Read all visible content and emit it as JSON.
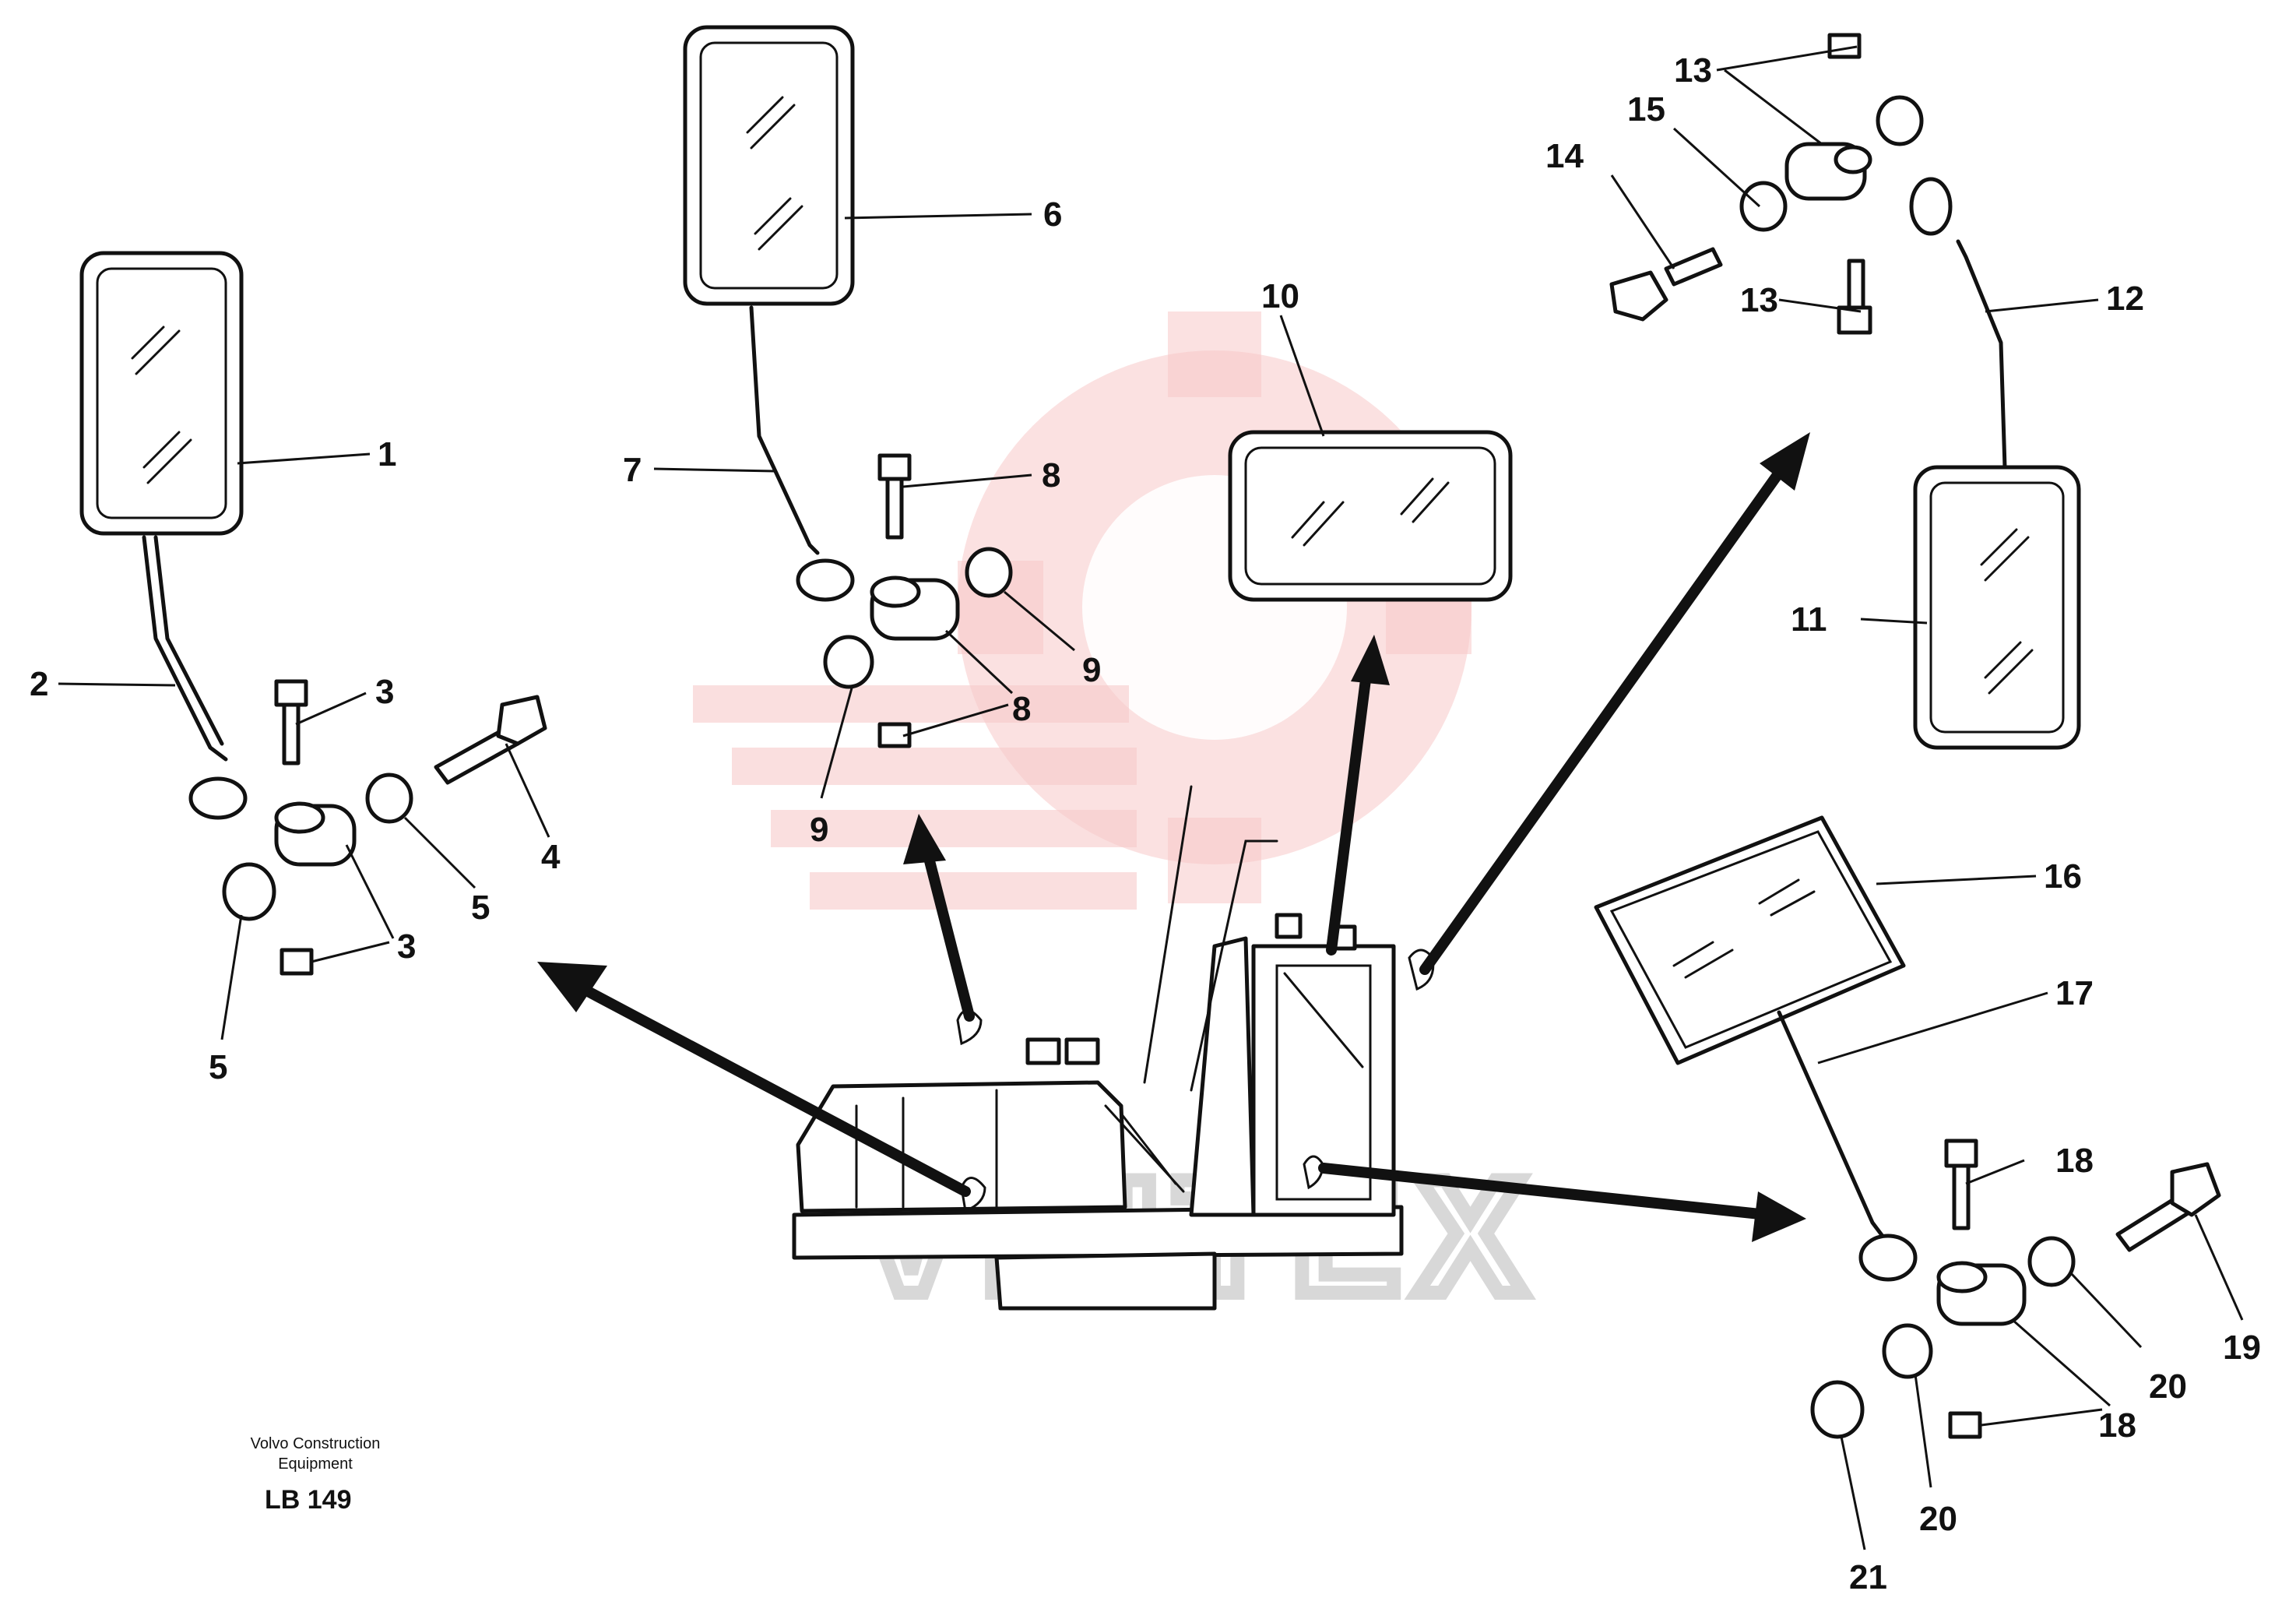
{
  "callouts": {
    "c1": "1",
    "c2": "2",
    "c3a": "3",
    "c3b": "3",
    "c4": "4",
    "c5a": "5",
    "c5b": "5",
    "c6": "6",
    "c7": "7",
    "c8a": "8",
    "c8b": "8",
    "c9a": "9",
    "c9b": "9",
    "c10": "10",
    "c11": "11",
    "c12": "12",
    "c13a": "13",
    "c13b": "13",
    "c14": "14",
    "c15": "15",
    "c16": "16",
    "c17": "17",
    "c18a": "18",
    "c18b": "18",
    "c19": "19",
    "c20a": "20",
    "c20b": "20",
    "c21": "21"
  },
  "footer": {
    "maker_line1": "Volvo Construction",
    "maker_line2": "Equipment",
    "drawing_code": "LB 149"
  },
  "watermark": {
    "text": "VIHTEX",
    "color": "#f7c9c9"
  }
}
